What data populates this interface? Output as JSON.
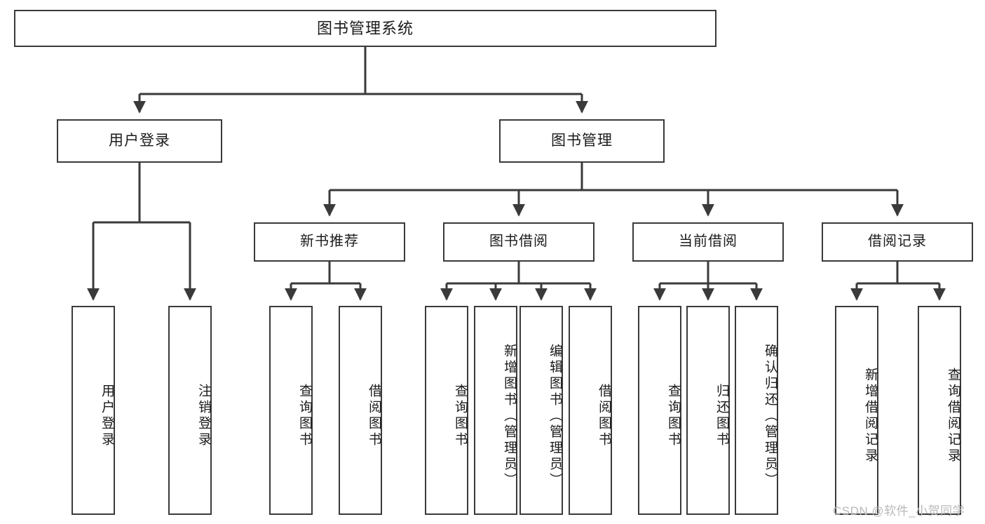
{
  "diagram": {
    "type": "hierarchy-tree",
    "title": "图书管理系统",
    "watermark": "CSDN @软件_小贺同学",
    "colors": {
      "box_stroke": "#3a3a3a",
      "box_fill": "#ffffff",
      "connector": "#3a3a3a",
      "text": "#1b1b1b",
      "watermark": "#b9b9b9"
    },
    "root": {
      "label": "图书管理系统"
    },
    "level1": [
      {
        "label": "用户登录"
      },
      {
        "label": "图书管理"
      }
    ],
    "level2": [
      {
        "label": "新书推荐"
      },
      {
        "label": "图书借阅"
      },
      {
        "label": "当前借阅"
      },
      {
        "label": "借阅记录"
      }
    ],
    "leaves": {
      "user_login": [
        {
          "label": "用户登录"
        },
        {
          "label": "注销登录"
        }
      ],
      "new_book": [
        {
          "label": "查询图书"
        },
        {
          "label": "借阅图书"
        }
      ],
      "book_borrow": [
        {
          "label": "查询图书"
        },
        {
          "label": "新增图书（管理员）"
        },
        {
          "label": "编辑图书（管理员）"
        },
        {
          "label": "借阅图书"
        }
      ],
      "current_borrow": [
        {
          "label": "查询图书"
        },
        {
          "label": "归还图书"
        },
        {
          "label": "确认归还（管理员）"
        }
      ],
      "borrow_record": [
        {
          "label": "新增借阅记录"
        },
        {
          "label": "查询借阅记录"
        }
      ]
    }
  }
}
